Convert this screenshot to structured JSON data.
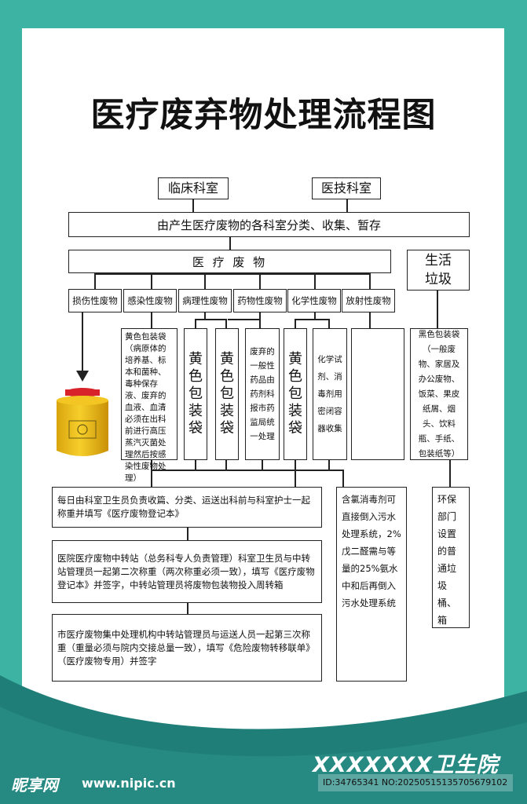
{
  "title": "医疗废弃物处理流程图",
  "top_boxes": {
    "clinical": "临床科室",
    "medtech": "医技科室"
  },
  "collect": "由产生医疗废物的各科室分类、收集、暂存",
  "medical_waste": "医 疗 废 物",
  "domestic_waste": "生活垃圾",
  "categories": [
    "损伤性废物",
    "感染性废物",
    "病理性废物",
    "药物性废物",
    "化学性废物",
    "放射性废物"
  ],
  "infect_desc": "黄色包装袋（病原体的培养基、标本和菌种、毒种保存液、废弃的血液、血清必须在出科前进行高压蒸汽灭菌处理然后按感染性废物处理）",
  "yellow_bag": "黄色包装袋",
  "drug_desc": "废弃的一般性药品由药剂科报市药监局统一处理",
  "chem_desc": "化学试剂、消毒剂用密闭容器收集",
  "domestic_desc": "黑色包装袋（一般废物、家居及办公废物、饭菜、果皮纸屑、烟头、饮料瓶、手纸、包装纸等）",
  "step1": "每日由科室卫生员负责收篇、分类、运送出科前与科室护士一起称重并填写《医疗废物登记本》",
  "step2": "医院医疗废物中转站（总务科专人负责管理）科室卫生员与中转站管理员一起第二次称重（两次称重必须一致），填写《医疗废物登记本》并签字，中转站管理员将废物包装物投入周转箱",
  "step3": "市医疗废物集中处理机构中转站管理员与运送人员一起第三次称重（重量必须与院内交接总量一致），填写《危险废物转移联单》（医疗废物专用）并签字",
  "chlorine": "含氯消毒剂可直接倒入污水处理系统，2%戊二醛需与等量的25%氨水中和后再倒入污水处理系统",
  "env": "环保部门设置的普通垃圾桶、箱",
  "hospital": "XXXXXXX卫生院",
  "logo": "昵享网",
  "site": "www.nipic.cn",
  "id_line": "ID:34765341 NO:20250515135705679102",
  "colors": {
    "teal": "#3db3a3",
    "dark_teal": "#1f7f78",
    "yellow": "#f2c21a"
  }
}
